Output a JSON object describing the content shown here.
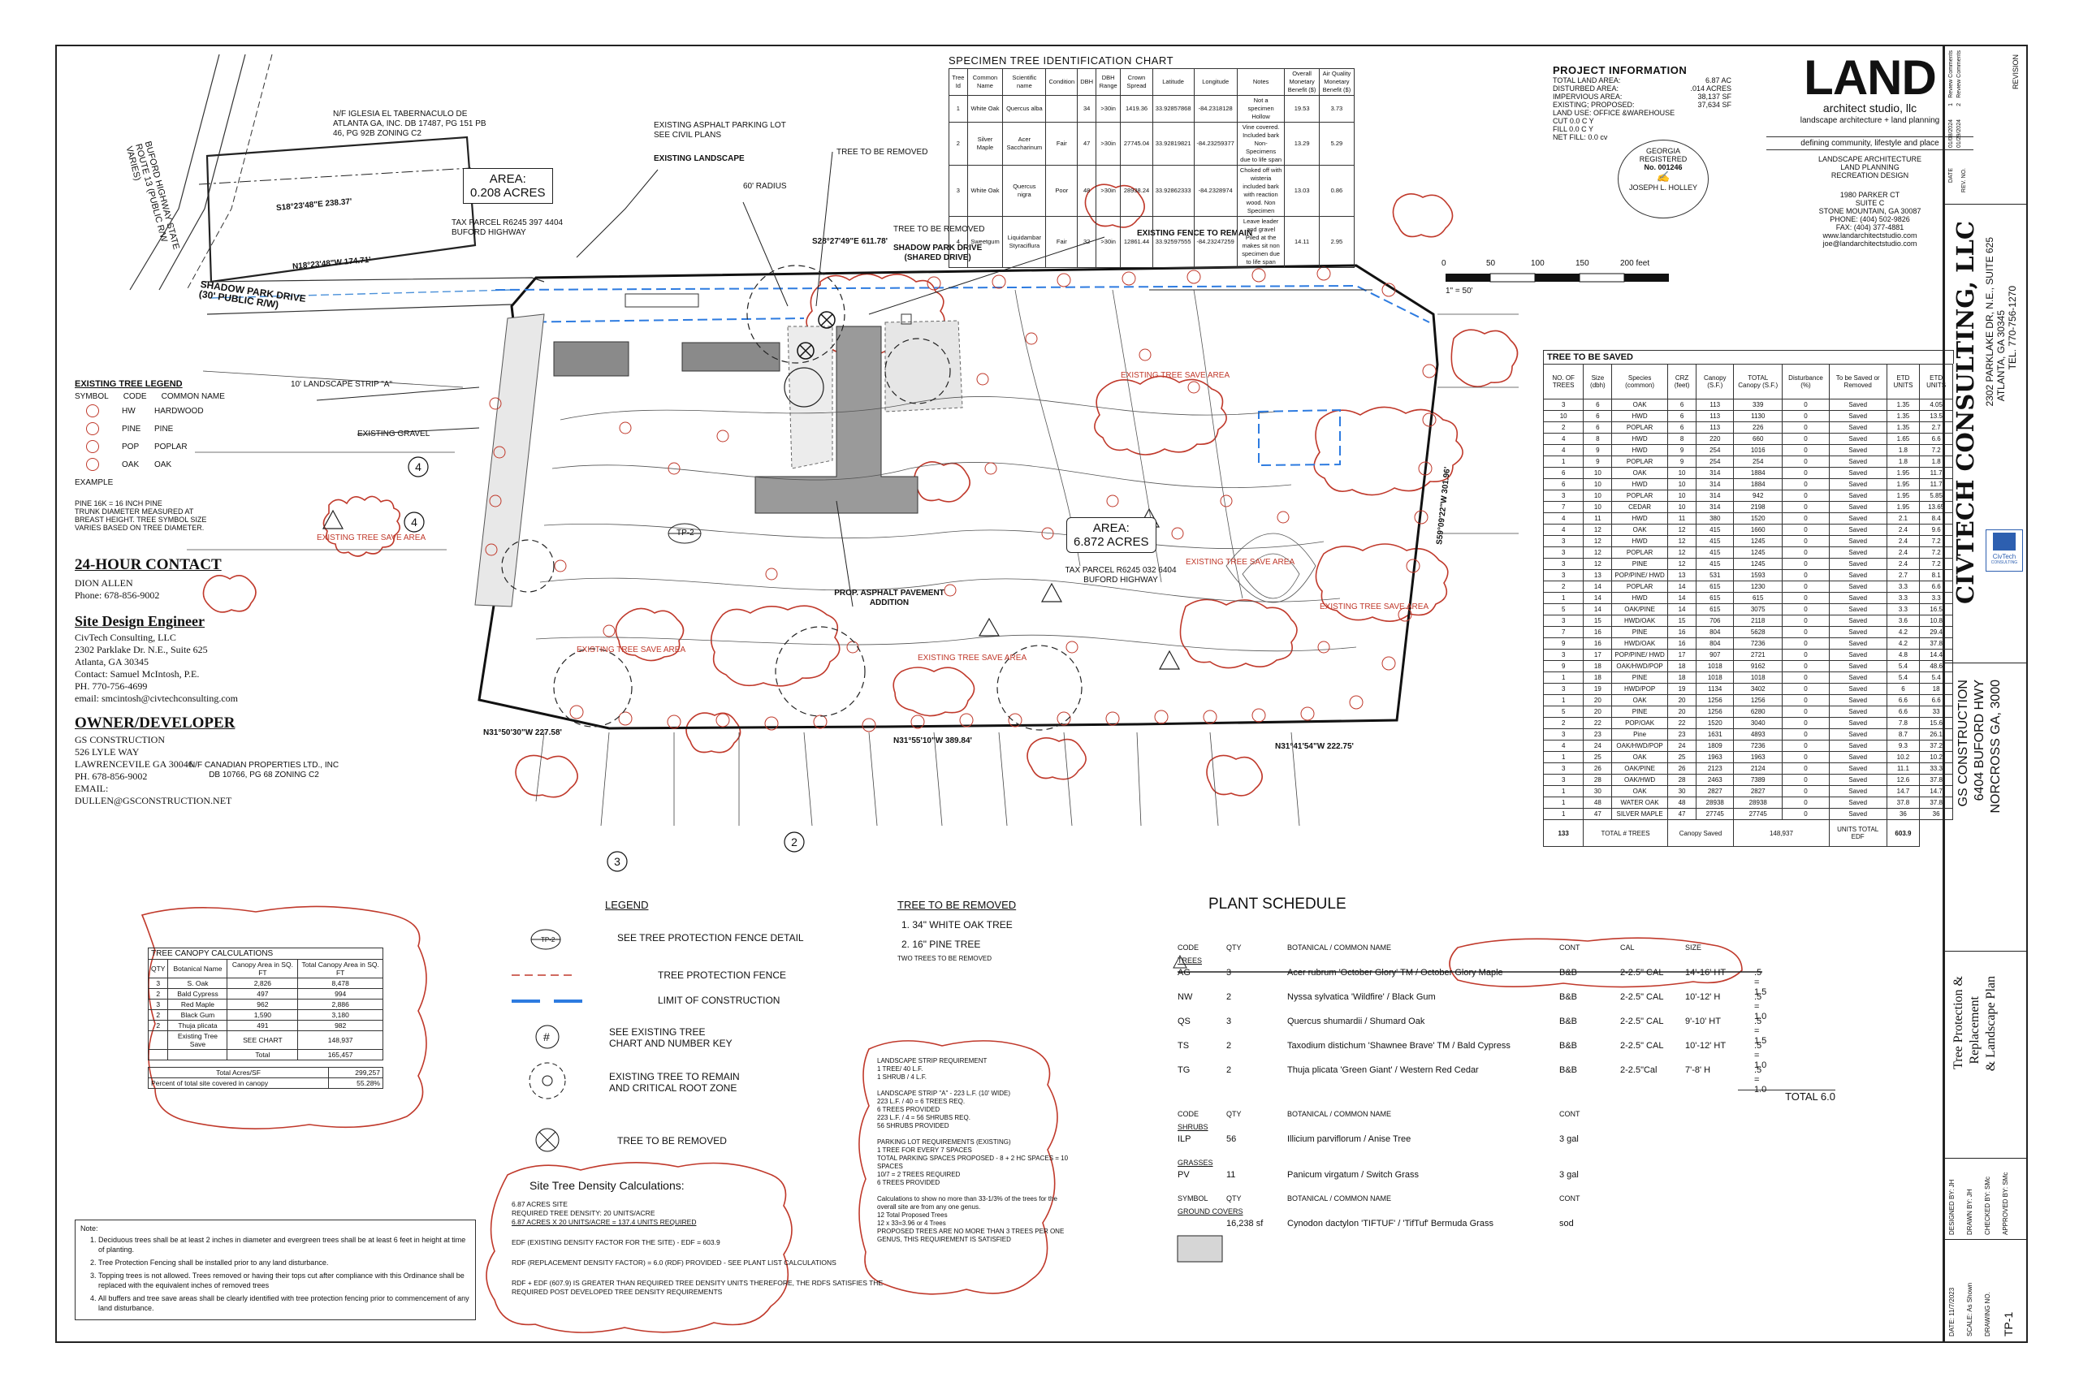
{
  "chart": {
    "title": "SPECIMEN TREE IDENTIFICATION CHART",
    "headers": [
      "Tree Id",
      "Common Name",
      "Scientific name",
      "Condition",
      "DBH",
      "DBH Range",
      "Crown Spread",
      "Latitude",
      "Longitude",
      "Notes",
      "Overall Monetary Benefit ($)",
      "Air Quality Monetary Benefit ($)"
    ],
    "rows": [
      [
        "1",
        "White Oak",
        "Quercus alba",
        "",
        "34",
        ">30in",
        "1419.36",
        "33.92857868",
        "-84.2318128",
        "Not a specimen Hollow",
        "19.53",
        "3.73"
      ],
      [
        "2",
        "Silver Maple",
        "Acer Saccharinum",
        "Fair",
        "47",
        ">30in",
        "27745.04",
        "33.92819821",
        "-84.23259377",
        "Vine covered. Included bark Non-Specimens due to life span",
        "13.29",
        "5.29"
      ],
      [
        "3",
        "White Oak",
        "Quercus nigra",
        "Poor",
        "48",
        ">30in",
        "28938.24",
        "33.92862333",
        "-84.2328974",
        "Choked off with wisteria included bark with reaction wood. Non Specimen",
        "13.03",
        "0.86"
      ],
      [
        "4",
        "Sweetgum",
        "Liquidambar Styraciflura",
        "Fair",
        "32",
        ">30in",
        "12861.44",
        "33.92597555",
        "-84.23247259",
        "Leave leader and gravel Piled at the makes sit non specimen due to life span",
        "14.11",
        "2.95"
      ]
    ]
  },
  "project": {
    "title": "PROJECT INFORMATION",
    "lines": [
      [
        "TOTAL LAND AREA:",
        "6.87 AC"
      ],
      [
        "DISTURBED AREA:",
        ".014 ACRES"
      ],
      [
        "IMPERVIOUS AREA:",
        "38,137 SF"
      ],
      [
        "EXISTING; PROPOSED:",
        "37,634 SF"
      ],
      [
        "LAND USE: OFFICE &WAREHOUSE",
        ""
      ],
      [
        "CUT 0.0 C Y",
        ""
      ],
      [
        "FILL 0.0 C Y",
        ""
      ],
      [
        "NET FILL: 0.0 cv",
        ""
      ]
    ]
  },
  "land": {
    "logo": "LAND",
    "sub": "architect studio, llc",
    "tagline": "landscape architecture + land planning",
    "defining": "defining community, lifestyle and place",
    "services": [
      "LANDSCAPE ARCHITECTURE",
      "LAND PLANNING",
      "RECREATION DESIGN"
    ],
    "address": [
      "1980 PARKER CT",
      "SUITE C",
      "STONE MOUNTAIN, GA 30087",
      "PHONE: (404) 502-9826",
      "FAX: (404) 377-4881",
      "www.landarchitectstudio.com",
      "joe@landarchitectstudio.com"
    ],
    "seal": [
      "GEORGIA",
      "REGISTERED",
      "No. 001246",
      "JOSEPH L. HOLLEY"
    ]
  },
  "civtech": {
    "name": "CIVTECH CONSULTING, LLC",
    "address": "2302 PARKLAKE DR, N.E., SUITE 625",
    "city": "ATLANTA, GA 30345",
    "tel": "TEL. 770-756-1270",
    "logo": "CivTech",
    "logo_sub": "CONSULTING"
  },
  "revisions": {
    "header": "REVISION",
    "cols": [
      "DATE",
      "REV. NO."
    ],
    "rows": [
      [
        "01/08/2024",
        "1",
        "Review Comments"
      ],
      [
        "01/29/2024",
        "2",
        "Review Comments"
      ]
    ]
  },
  "owner_block": {
    "name": "GS CONSTRUCTION",
    "addr": "6404 BUFORD HWY",
    "city": "NORCROSS GA, 3000"
  },
  "sheet_title": [
    "Tree Protection &",
    "Replacement",
    "& Landscape Plan"
  ],
  "designer": [
    [
      "DESIGNED BY:",
      "JH"
    ],
    [
      "DRAWN BY:",
      "JH"
    ],
    [
      "CHECKED BY:",
      "SMc"
    ],
    [
      "APPROVED BY:",
      "SMc"
    ]
  ],
  "date_block": [
    [
      "DATE:",
      "11/7/2023"
    ],
    [
      "SCALE:",
      "As Shown"
    ],
    [
      "DRAWING NO.",
      ""
    ],
    [
      "",
      "TP-1"
    ]
  ],
  "tree_saved": {
    "title": "TREE TO BE SAVED",
    "headers": [
      "NO. OF TREES",
      "Size (dbh)",
      "Species (common)",
      "CRZ (feet)",
      "Canopy (S.F.)",
      "TOTAL Canopy (S.F.)",
      "Disturbance (%)",
      "To be Saved or Removed",
      "ETD UNITS",
      "ETD UNITS"
    ],
    "rows": [
      [
        "3",
        "6",
        "OAK",
        "6",
        "113",
        "339",
        "0",
        "Saved",
        "1.35",
        "4.05"
      ],
      [
        "10",
        "6",
        "HWD",
        "6",
        "113",
        "1130",
        "0",
        "Saved",
        "1.35",
        "13.5"
      ],
      [
        "2",
        "6",
        "POPLAR",
        "6",
        "113",
        "226",
        "0",
        "Saved",
        "1.35",
        "2.7"
      ],
      [
        "4",
        "8",
        "HWD",
        "8",
        "220",
        "660",
        "0",
        "Saved",
        "1.65",
        "6.6"
      ],
      [
        "4",
        "9",
        "HWD",
        "9",
        "254",
        "1016",
        "0",
        "Saved",
        "1.8",
        "7.2"
      ],
      [
        "1",
        "9",
        "POPLAR",
        "9",
        "254",
        "254",
        "0",
        "Saved",
        "1.8",
        "1.8"
      ],
      [
        "6",
        "10",
        "OAK",
        "10",
        "314",
        "1884",
        "0",
        "Saved",
        "1.95",
        "11.7"
      ],
      [
        "6",
        "10",
        "HWD",
        "10",
        "314",
        "1884",
        "0",
        "Saved",
        "1.95",
        "11.7"
      ],
      [
        "3",
        "10",
        "POPLAR",
        "10",
        "314",
        "942",
        "0",
        "Saved",
        "1.95",
        "5.85"
      ],
      [
        "7",
        "10",
        "CEDAR",
        "10",
        "314",
        "2198",
        "0",
        "Saved",
        "1.95",
        "13.65"
      ],
      [
        "4",
        "11",
        "HWD",
        "11",
        "380",
        "1520",
        "0",
        "Saved",
        "2.1",
        "8.4"
      ],
      [
        "4",
        "12",
        "OAK",
        "12",
        "415",
        "1660",
        "0",
        "Saved",
        "2.4",
        "9.6"
      ],
      [
        "3",
        "12",
        "HWD",
        "12",
        "415",
        "1245",
        "0",
        "Saved",
        "2.4",
        "7.2"
      ],
      [
        "3",
        "12",
        "POPLAR",
        "12",
        "415",
        "1245",
        "0",
        "Saved",
        "2.4",
        "7.2"
      ],
      [
        "3",
        "12",
        "PINE",
        "12",
        "415",
        "1245",
        "0",
        "Saved",
        "2.4",
        "7.2"
      ],
      [
        "3",
        "13",
        "POP/PINE/ HWD",
        "13",
        "531",
        "1593",
        "0",
        "Saved",
        "2.7",
        "8.1"
      ],
      [
        "2",
        "14",
        "POPLAR",
        "14",
        "615",
        "1230",
        "0",
        "Saved",
        "3.3",
        "6.6"
      ],
      [
        "1",
        "14",
        "HWD",
        "14",
        "615",
        "615",
        "0",
        "Saved",
        "3.3",
        "3.3"
      ],
      [
        "5",
        "14",
        "OAK/PINE",
        "14",
        "615",
        "3075",
        "0",
        "Saved",
        "3.3",
        "16.5"
      ],
      [
        "3",
        "15",
        "HWD/OAK",
        "15",
        "706",
        "2118",
        "0",
        "Saved",
        "3.6",
        "10.8"
      ],
      [
        "7",
        "16",
        "PINE",
        "16",
        "804",
        "5628",
        "0",
        "Saved",
        "4.2",
        "29.4"
      ],
      [
        "9",
        "16",
        "HWD/OAK",
        "16",
        "804",
        "7236",
        "0",
        "Saved",
        "4.2",
        "37.8"
      ],
      [
        "3",
        "17",
        "POP/PINE/ HWD",
        "17",
        "907",
        "2721",
        "0",
        "Saved",
        "4.8",
        "14.4"
      ],
      [
        "9",
        "18",
        "OAK/HWD/POP",
        "18",
        "1018",
        "9162",
        "0",
        "Saved",
        "5.4",
        "48.6"
      ],
      [
        "1",
        "18",
        "PINE",
        "18",
        "1018",
        "1018",
        "0",
        "Saved",
        "5.4",
        "5.4"
      ],
      [
        "3",
        "19",
        "HWD/POP",
        "19",
        "1134",
        "3402",
        "0",
        "Saved",
        "6",
        "18"
      ],
      [
        "1",
        "20",
        "OAK",
        "20",
        "1256",
        "1256",
        "0",
        "Saved",
        "6.6",
        "6.6"
      ],
      [
        "5",
        "20",
        "PINE",
        "20",
        "1256",
        "6280",
        "0",
        "Saved",
        "6.6",
        "33"
      ],
      [
        "2",
        "22",
        "POP/OAK",
        "22",
        "1520",
        "3040",
        "0",
        "Saved",
        "7.8",
        "15.6"
      ],
      [
        "3",
        "23",
        "Pine",
        "23",
        "1631",
        "4893",
        "0",
        "Saved",
        "8.7",
        "26.1"
      ],
      [
        "4",
        "24",
        "OAK/HWD/POP",
        "24",
        "1809",
        "7236",
        "0",
        "Saved",
        "9.3",
        "37.2"
      ],
      [
        "1",
        "25",
        "OAK",
        "25",
        "1963",
        "1963",
        "0",
        "Saved",
        "10.2",
        "10.2"
      ],
      [
        "3",
        "26",
        "OAK/PINE",
        "26",
        "2123",
        "2124",
        "0",
        "Saved",
        "11.1",
        "33.3"
      ],
      [
        "3",
        "28",
        "OAK/HWD",
        "28",
        "2463",
        "7389",
        "0",
        "Saved",
        "12.6",
        "37.8"
      ],
      [
        "1",
        "30",
        "OAK",
        "30",
        "2827",
        "2827",
        "0",
        "Saved",
        "14.7",
        "14.7"
      ],
      [
        "1",
        "48",
        "WATER OAK",
        "48",
        "28938",
        "28938",
        "0",
        "Saved",
        "37.8",
        "37.8"
      ],
      [
        "1",
        "47",
        "SILVER MAPLE",
        "47",
        "27745",
        "27745",
        "0",
        "Saved",
        "36",
        "36"
      ]
    ],
    "total": [
      "133",
      "TOTAL # TREES",
      "Canopy Saved",
      "148,937",
      "UNITS TOTAL EDF",
      "603.9"
    ]
  },
  "contacts": {
    "c24": "24-HOUR CONTACT",
    "c24_lines": [
      "DION ALLEN",
      "Phone: 678-856-9002"
    ],
    "engineer": "Site Design Engineer",
    "eng_lines": [
      "CivTech Consulting, LLC",
      "2302 Parklake Dr. N.E., Suite 625",
      "Atlanta, GA 30345",
      "Contact: Samuel McIntosh, P.E.",
      "PH. 770-756-4699",
      "email: smcintosh@civtechconsulting.com"
    ],
    "owner": "OWNER/DEVELOPER",
    "own_lines": [
      "GS CONSTRUCTION",
      "526 LYLE WAY",
      "LAWRENCEVILE GA 30046",
      "PH. 678-856-9002",
      "EMAIL:",
      "DULLEN@GSCONSTRUCTION.NET"
    ]
  },
  "existing_legend": {
    "title": "EXISTING TREE LEGEND",
    "headers": [
      "SYMBOL",
      "CODE",
      "COMMON NAME"
    ],
    "rows": [
      [
        "HW",
        "HARDWOOD"
      ],
      [
        "PINE",
        "PINE"
      ],
      [
        "POP",
        "POPLAR"
      ],
      [
        "OAK",
        "OAK"
      ]
    ],
    "example": "EXAMPLE",
    "notes": [
      "PINE 16K = 16 INCH PINE",
      "TRUNK DIAMETER MEASURED AT",
      "BREAST HEIGHT. TREE SYMBOL SIZE",
      "VARIES BASED ON TREE DIAMETER."
    ]
  },
  "canopy": {
    "title": "TREE CANOPY CALCULATIONS",
    "headers": [
      "QTY",
      "Botanical Name",
      "Canopy Area in SQ. FT",
      "Total Canopy Area in SQ. FT"
    ],
    "rows": [
      [
        "3",
        "S. Oak",
        "2,826",
        "8,478"
      ],
      [
        "2",
        "Bald Cypress",
        "497",
        "994"
      ],
      [
        "3",
        "Red Maple",
        "962",
        "2,886"
      ],
      [
        "2",
        "Black Gum",
        "1,590",
        "3,180"
      ],
      [
        "2",
        "Thuja plicata",
        "491",
        "982"
      ],
      [
        "",
        "Existing Tree Save",
        "SEE CHART",
        "148,937"
      ],
      [
        "",
        "",
        "Total",
        "165,457"
      ]
    ],
    "acres_label": "Total Acres/SF",
    "acres_val": "299,257",
    "pct_label": "Percent of total site covered in canopy",
    "pct_val": "55.28%"
  },
  "notes": {
    "title": "Note:",
    "items": [
      "Deciduous trees shall be at least 2 inches in diameter and evergreen trees shall be at least 6 feet in height at time of planting.",
      "Tree Protection Fencing shall be installed prior to any land disturbance.",
      "Topping trees is not allowed. Trees removed or having their tops cut after compliance with this Ordinance shall be replaced with the equivalent inches of removed trees",
      "All buffers and tree save areas shall be clearly identified with tree protection fencing prior to commencement of any land disturbance."
    ]
  },
  "legend": {
    "title": "LEGEND",
    "items": [
      "SEE TREE PROTECTION FENCE DETAIL",
      "TREE PROTECTION FENCE",
      "LIMIT OF CONSTRUCTION",
      "SEE EXISTING TREE CHART AND NUMBER KEY",
      "EXISTING TREE TO REMAIN AND CRITICAL ROOT ZONE",
      "TREE TO BE REMOVED"
    ],
    "tp": "TP-2",
    "num": "#"
  },
  "removed": {
    "title": "TREE TO BE REMOVED",
    "items": [
      "1. 34\" WHITE OAK TREE",
      "2. 16\" PINE TREE"
    ],
    "note": "TWO TREES TO BE REMOVED"
  },
  "density": {
    "title": "Site Tree Density Calculations:",
    "lines": [
      "6.87 ACRES SITE",
      "REQUIRED TREE DENSITY: 20 UNITS/ACRE",
      "6.87 ACRES X 20 UNITS/ACRE = 137.4 UNITS REQUIRED",
      "EDF (EXISTING DENSITY FACTOR FOR THE SITE) - EDF = 603.9",
      "RDF (REPLACEMENT DENSITY FACTOR) = 6.0 (RDF) PROVIDED - SEE PLANT LIST CALCULATIONS",
      "RDF + EDF (607.9) IS GREATER THAN REQUIRED TREE DENSITY UNITS THEREFORE, THE RDFS SATISFIES THE REQUIRED POST DEVELOPED TREE DENSITY REQUIREMENTS"
    ]
  },
  "landscape_req": {
    "lines": [
      "LANDSCAPE STRIP REQUIREMENT",
      "1 TREE/ 40 L.F.",
      "1 SHRUB / 4 L.F.",
      "",
      "LANDSCAPE STRIP \"A\" - 223 L.F. (10' WIDE)",
      "223 L.F. / 40 = 6 TREES REQ.",
      "6 TREES PROVIDED",
      "223 L.F. / 4 = 56 SHRUBS REQ.",
      "56 SHRUBS PROVIDED",
      "",
      "PARKING LOT REQUIREMENTS (EXISTING)",
      "1 TREE FOR EVERY 7 SPACES",
      "TOTAL PARKING SPACES PROPOSED - 8 + 2 HC SPACES = 10 SPACES",
      "10/7 = 2 TREES REQUIRED",
      "6 TREES PROVIDED",
      "",
      "Calculations to show no more than 33-1/3% of the trees for the overall site are from any one genus.",
      "12 Total Proposed Trees",
      "12 x 33=3.96 or 4 Trees",
      "PROPOSED TREES ARE NO MORE THAN 3 TREES PER ONE GENUS, THIS REQUIREMENT IS SATISFIED"
    ]
  },
  "plant_schedule": {
    "title": "PLANT SCHEDULE",
    "cols": [
      "CODE",
      "QTY",
      "BOTANICAL / COMMON NAME",
      "CONT",
      "CAL",
      "SIZE"
    ],
    "trees_label": "TREES",
    "trees": [
      [
        "AG",
        "3",
        "Acer rubrum 'October Glory' TM / October Glory Maple",
        "B&B",
        "2-2.5\" CAL",
        "14'-16' HT",
        ".5 = 1.5"
      ],
      [
        "NW",
        "2",
        "Nyssa sylvatica 'Wildfire' / Black Gum",
        "B&B",
        "2-2.5\" CAL",
        "10'-12' H",
        ".5 = 1.0"
      ],
      [
        "QS",
        "3",
        "Quercus shumardii / Shumard Oak",
        "B&B",
        "2-2.5\" CAL",
        "9'-10' HT",
        ".5 = 1.5"
      ],
      [
        "TS",
        "2",
        "Taxodium distichum 'Shawnee Brave' TM / Bald Cypress",
        "B&B",
        "2-2.5\" CAL",
        "10'-12' HT",
        ".5 = 1.0"
      ],
      [
        "TG",
        "2",
        "Thuja plicata 'Green Giant' / Western Red Cedar",
        "B&B",
        "2-2.5\"Cal",
        "7'-8' H",
        ".5 = 1.0"
      ]
    ],
    "total": "TOTAL 6.0",
    "shrubs_label": "SHRUBS",
    "shrubs": [
      [
        "ILP",
        "56",
        "Illicium parviflorum / Anise Tree",
        "3 gal"
      ]
    ],
    "grasses_label": "GRASSES",
    "grasses": [
      [
        "PV",
        "11",
        "Panicum virgatum / Switch Grass",
        "3 gal"
      ]
    ],
    "gc_cols": [
      "SYMBOL",
      "QTY",
      "BOTANICAL / COMMON NAME",
      "CONT"
    ],
    "gc_label": "GROUND COVERS",
    "ground": [
      [
        "16,238 sf",
        "Cynodon dactylon 'TIFTUF' / 'TifTuf' Bermuda Grass",
        "sod"
      ]
    ]
  },
  "scale": {
    "ticks": [
      "0",
      "50",
      "100",
      "150",
      "200 feet"
    ],
    "label": "1\" = 50'"
  },
  "plan_labels": {
    "area1": "AREA:",
    "area1v": "0.208 ACRES",
    "area2": "AREA:",
    "area2v": "6.872 ACRES",
    "shadow1": "SHADOW PARK DRIVE",
    "shadow1b": "(30' PUBLIC R/W)",
    "shadow2": "SHADOW PARK DRIVE",
    "shadow2b": "(SHARED DRIVE)",
    "buford": "BUFORD HIGHWAY STATE ROUTE 13 (PUBLIC R/W VARIES)",
    "existing_landscape": "EXISTING LANDSCAPE",
    "existing_fence": "EXISTING FENCE TO REMAIN",
    "asphalt_lot": "EXISTING ASPHALT PARKING LOT SEE CIVIL PLANS",
    "prop_asphalt": "PROP. ASPHALT PAVEMENT ADDITION",
    "landscape_strip": "10' LANDSCAPE STRIP \"A\"",
    "existing_gravel": "EXISTING GRAVEL",
    "tree_removed1": "TREE TO BE REMOVED",
    "tree_removed2": "TREE TO BE REMOVED",
    "save1": "EXISTING TREE SAVE AREA",
    "save2": "EXISTING TREE SAVE AREA",
    "save3": "EXISTING TREE SAVE AREA",
    "save4": "EXISTING TREE SAVE AREA",
    "save5": "EXISTING TREE SAVE AREA",
    "save6": "EXISTING TREE SAVE AREA",
    "radius": "60' RADIUS",
    "b1": "N31°50'30\"W 227.58'",
    "b2": "N31°55'10\"W 389.84'",
    "b3": "N31°41'54\"W 222.75'",
    "b4": "S28°27'49\"E 611.78'",
    "b5": "S59°09'22\"W 301.96'",
    "b6": "S18°23'48\"E 238.37'",
    "b7": "N18°23'48\"W 174.71'",
    "parcel1": "TAX PARCEL R6245 397 4404 BUFORD HIGHWAY",
    "parcel2": "TAX PARCEL R6245 032 6404 BUFORD HIGHWAY",
    "iglesia": "N/F IGLESIA EL TABERNACULO DE ATLANTA GA, INC. DB 17487, PG 151 PB 46, PG 92B ZONING C2",
    "canadian": "N/F CANADIAN PROPERTIES LTD., INC DB 10766, PG 68 ZONING C2",
    "tp2": "TP-2"
  }
}
